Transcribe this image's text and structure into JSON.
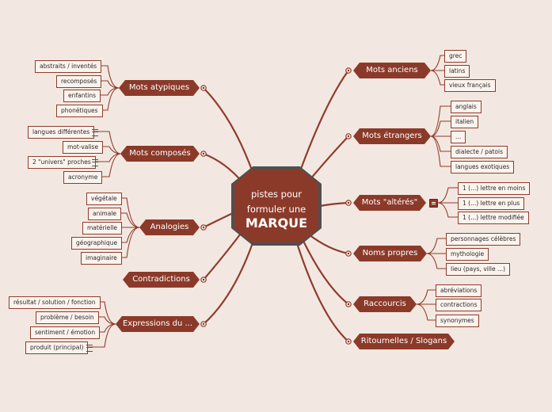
{
  "central": {
    "line1": "pistes pour",
    "line2": "formuler une",
    "line3": "MARQUE"
  },
  "left": {
    "atypiques": {
      "title": "Mots atypiques",
      "items": [
        "abstraits / inventés",
        "recomposés",
        "enfantins",
        "phonétiques"
      ]
    },
    "composes": {
      "title": "Mots composés",
      "items": [
        "langues différentes",
        "mot-valise",
        "2 \"univers\" proches",
        "acronyme"
      ]
    },
    "analogies": {
      "title": "Analogies",
      "items": [
        "végétale",
        "animale",
        "matérielle",
        "géographique",
        "imaginaire"
      ]
    },
    "contradictions": {
      "title": "Contradictions"
    },
    "expressions": {
      "title": "Expressions du ...",
      "items": [
        "résultat / solution / fonction",
        "problème / besoin",
        "sentiment / émotion",
        "produit (principal)"
      ]
    }
  },
  "right": {
    "anciens": {
      "title": "Mots anciens",
      "items": [
        "grec",
        "latins",
        "vieux français"
      ]
    },
    "etrangers": {
      "title": "Mots étrangers",
      "items": [
        "anglais",
        "italien",
        "...",
        "dialecte / patois",
        "langues exotiques"
      ]
    },
    "alteres": {
      "title": "Mots \"altérés\"",
      "items": [
        "1 (...) lettre en moins",
        "1 (...) lettre en plus",
        "1 (...) lettre modifiée"
      ]
    },
    "propres": {
      "title": "Noms propres",
      "items": [
        "personnages célèbres",
        "mythologie",
        "lieu (pays, ville ...)"
      ]
    },
    "raccourcis": {
      "title": "Raccourcis",
      "items": [
        "abréviations",
        "contractions",
        "synonymes"
      ]
    },
    "ritournelles": {
      "title": "Ritournelles / Slogans"
    }
  }
}
